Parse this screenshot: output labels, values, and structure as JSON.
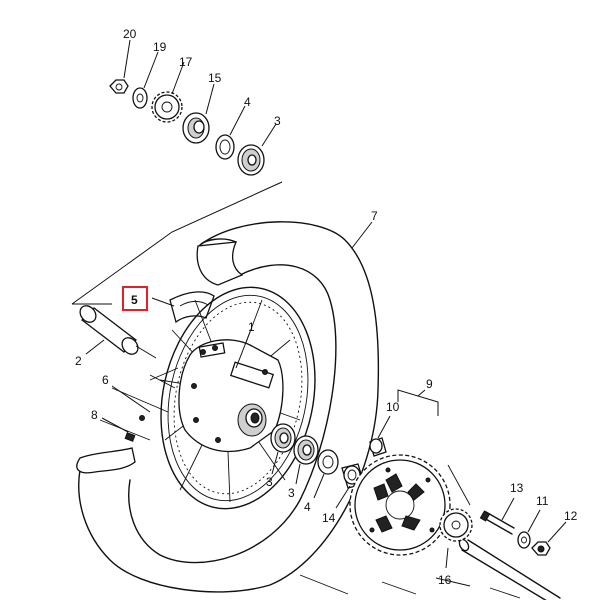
{
  "diagram": {
    "highlight_color": "#e0202a",
    "line_color": "#111111",
    "highlighted_part": "5",
    "callouts": [
      {
        "id": "c20",
        "label": "20"
      },
      {
        "id": "c19",
        "label": "19"
      },
      {
        "id": "c17",
        "label": "17"
      },
      {
        "id": "c15",
        "label": "15"
      },
      {
        "id": "c4a",
        "label": "4"
      },
      {
        "id": "c3a",
        "label": "3"
      },
      {
        "id": "c7",
        "label": "7"
      },
      {
        "id": "c5",
        "label": "5"
      },
      {
        "id": "c1",
        "label": "1"
      },
      {
        "id": "c2",
        "label": "2"
      },
      {
        "id": "c6",
        "label": "6"
      },
      {
        "id": "c8",
        "label": "8"
      },
      {
        "id": "c9",
        "label": "9"
      },
      {
        "id": "c10",
        "label": "10"
      },
      {
        "id": "c3b",
        "label": "3"
      },
      {
        "id": "c3c",
        "label": "3"
      },
      {
        "id": "c4b",
        "label": "4"
      },
      {
        "id": "c14",
        "label": "14"
      },
      {
        "id": "c13",
        "label": "13"
      },
      {
        "id": "c11",
        "label": "11"
      },
      {
        "id": "c12",
        "label": "12"
      },
      {
        "id": "c16",
        "label": "16"
      }
    ]
  }
}
